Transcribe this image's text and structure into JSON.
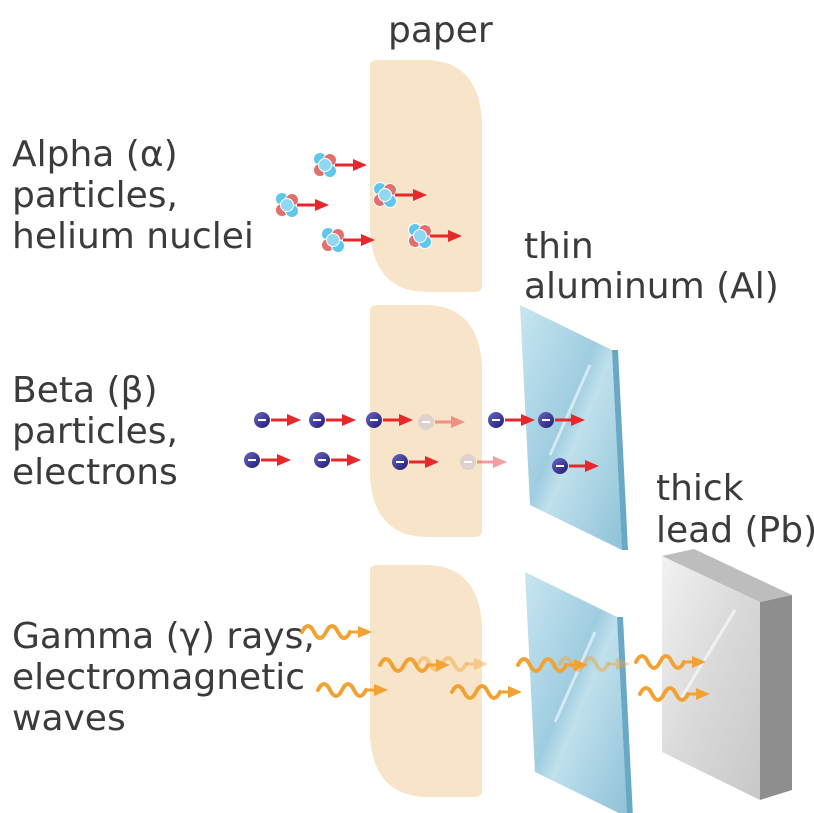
{
  "labels": {
    "paper": "paper",
    "aluminum_line1": "thin",
    "aluminum_line2": "aluminum (Al)",
    "lead_line1": "thick",
    "lead_line2": "lead (Pb)"
  },
  "rows": {
    "alpha": {
      "line1": "Alpha (α)",
      "line2": "particles,",
      "line3": "helium nuclei"
    },
    "beta": {
      "line1": "Beta (β)",
      "line2": "particles,",
      "line3": "electrons"
    },
    "gamma": {
      "line1": "Gamma (γ) rays,",
      "line2": "electromagnetic",
      "line3": "waves"
    }
  },
  "colors": {
    "text": "#3b3b3b",
    "paper": "#f8e4c8",
    "aluminum": "#a9d3e3",
    "aluminum_edge": "#6aa9c4",
    "lead_face": "#e6e6e6",
    "lead_side": "#8e8e8e",
    "arrow": "#e8272b",
    "electron": "#2e2a8a",
    "gamma_wave": "#f2a233",
    "proton": "#e46f6f",
    "neutron": "#5fc6ee"
  },
  "icons": {
    "alpha": "helium-nucleus-icon",
    "beta": "electron-icon",
    "gamma": "wavy-photon-icon"
  }
}
